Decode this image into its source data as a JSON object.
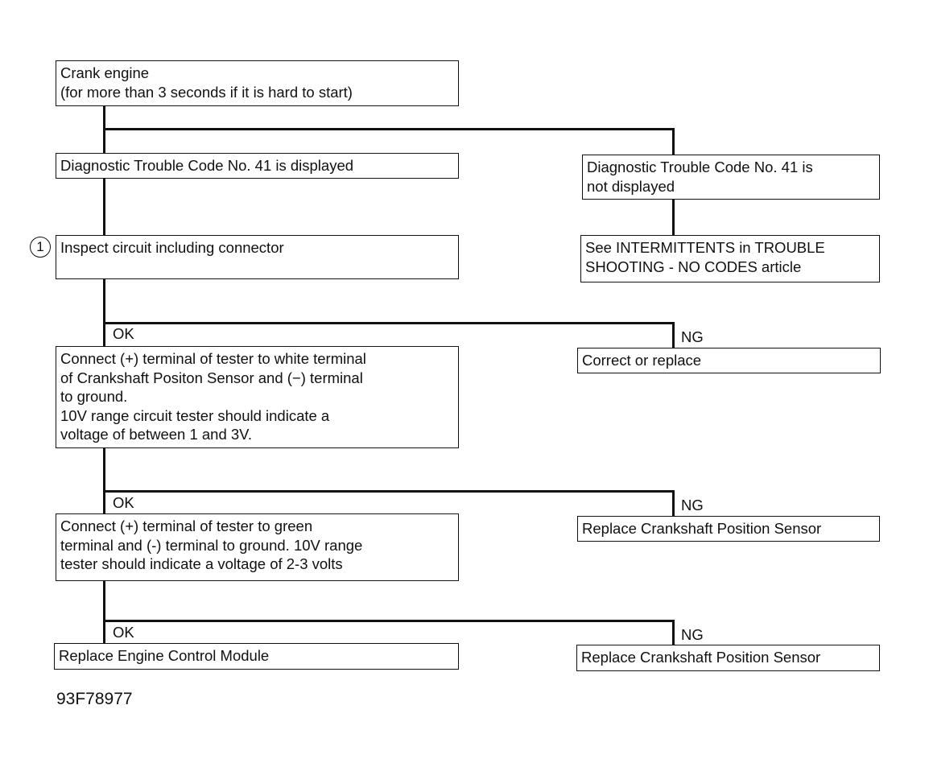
{
  "boxes": {
    "crank": "Crank engine\n(for more than 3 seconds if it is hard to start)",
    "code_displayed": "Diagnostic Trouble Code No. 41 is displayed",
    "code_not_displayed": "Diagnostic Trouble Code No. 41 is\nnot displayed",
    "inspect": "Inspect circuit including connector",
    "intermittents": "See INTERMITTENTS in TROUBLE\nSHOOTING - NO CODES article",
    "white_terminal_test": "Connect (+) terminal of tester to white terminal\nof Crankshaft Positon Sensor and (−) terminal\nto ground.\n10V range circuit tester should indicate a\nvoltage of between 1 and 3V.",
    "correct_replace": "Correct or replace",
    "green_terminal_test": "Connect (+) terminal of tester to green\nterminal and (-) terminal to ground. 10V range\ntester should indicate a voltage of 2-3 volts",
    "replace_sensor_1": "Replace Crankshaft Position Sensor",
    "replace_ecm": "Replace Engine Control Module",
    "replace_sensor_2": "Replace Crankshaft Position Sensor"
  },
  "branch_labels": {
    "ok_1": "OK",
    "ng_1": "NG",
    "ok_2": "OK",
    "ng_2": "NG",
    "ok_3": "OK",
    "ng_3": "NG"
  },
  "step_marker": "1",
  "figure_id": "93F78977"
}
